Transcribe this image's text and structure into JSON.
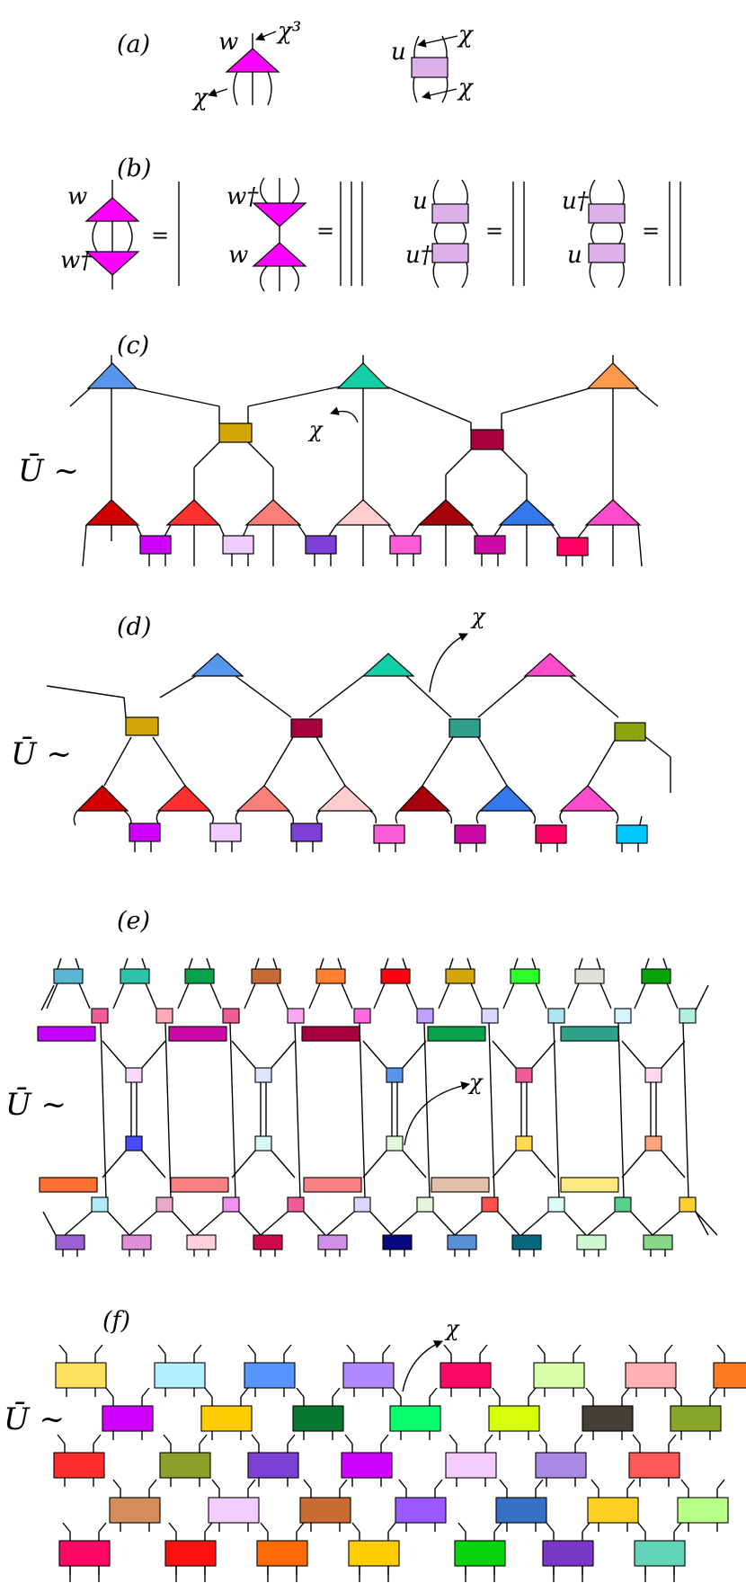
{
  "panels": {
    "a": "(a)",
    "b": "(b)",
    "c": "(c)",
    "d": "(d)",
    "e": "(e)",
    "f": "(f)"
  },
  "symbols": {
    "w": "w",
    "u": "u",
    "chi": "χ",
    "chi3": "χ³",
    "w_dag": "w†",
    "u_dag": "u†",
    "equals": "=",
    "ubar": "Ū ~"
  },
  "colors": {
    "w_tensor": "#ff00ff",
    "u_tensor": "#dcb0e8"
  }
}
